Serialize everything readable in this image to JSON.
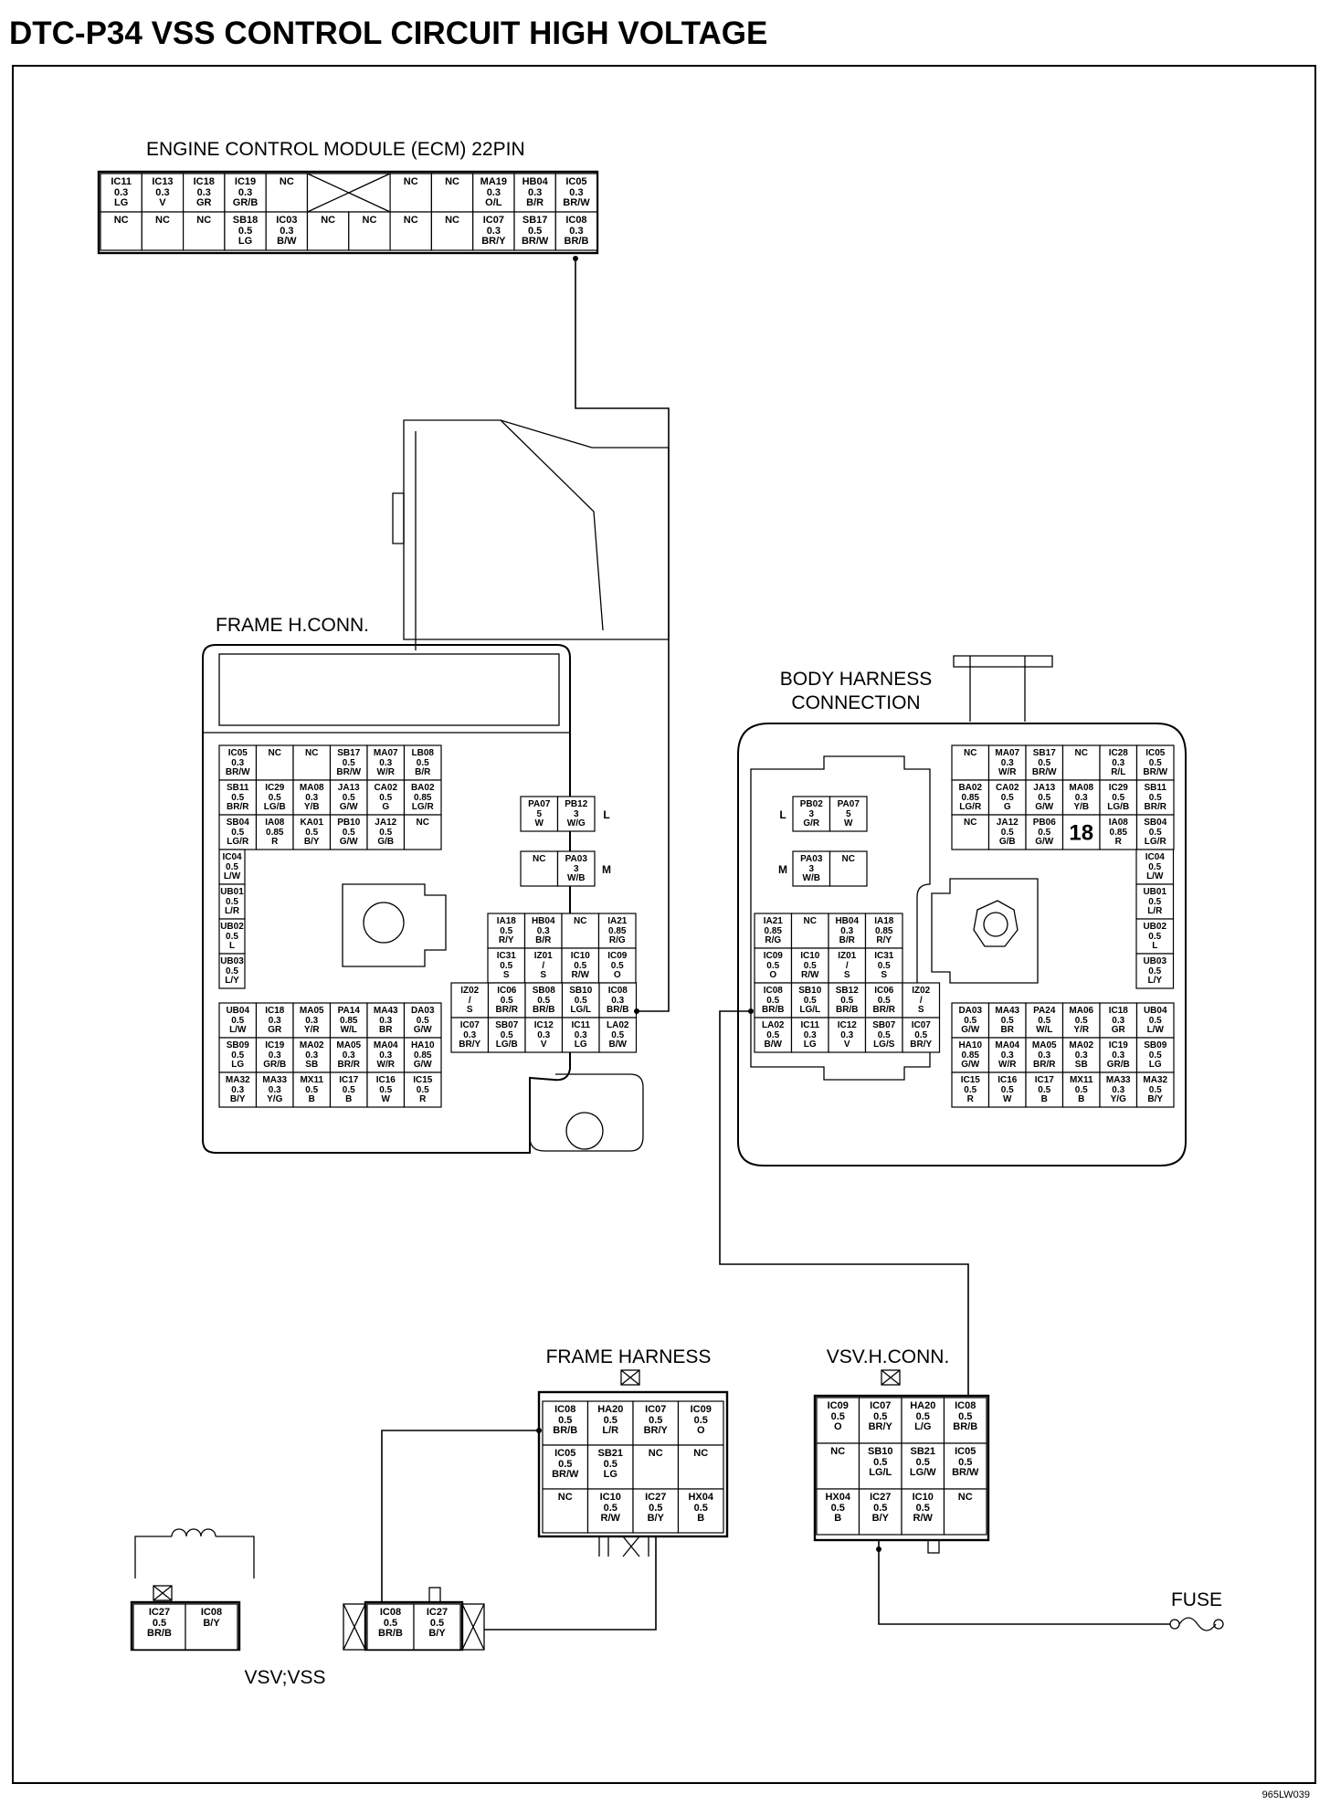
{
  "title": "DTC-P34 VSS CONTROL CIRCUIT HIGH VOLTAGE",
  "figure_code": "965LW039",
  "labels": {
    "ecm": "ENGINE CONTROL MODULE (ECM) 22PIN",
    "frame_hconn": "FRAME H.CONN.",
    "body_harness_1": "BODY HARNESS",
    "body_harness_2": "CONNECTION",
    "frame_harness": "FRAME HARNESS",
    "vsv_hconn": "VSV.H.CONN.",
    "fuse": "FUSE",
    "vsv_vss": "VSV;VSS"
  },
  "ecm_rows": [
    [
      {
        "pin": "IC11",
        "wire": "0.3 LG"
      },
      {
        "pin": "IC13",
        "wire": "0.3 V"
      },
      {
        "pin": "IC18",
        "wire": "0.3 GR"
      },
      {
        "pin": "IC19",
        "wire": "0.3 GR/B"
      },
      {
        "pin": "NC",
        "wire": ""
      },
      {
        "pin": "",
        "wire": "",
        "cross": true,
        "span": 2
      },
      {
        "pin": "NC",
        "wire": ""
      },
      {
        "pin": "NC",
        "wire": ""
      },
      {
        "pin": "MA19",
        "wire": "0.3 O/L"
      },
      {
        "pin": "HB04",
        "wire": "0.3 B/R"
      },
      {
        "pin": "IC05",
        "wire": "0.3 BR/W"
      }
    ],
    [
      {
        "pin": "NC",
        "wire": ""
      },
      {
        "pin": "NC",
        "wire": ""
      },
      {
        "pin": "NC",
        "wire": ""
      },
      {
        "pin": "SB18",
        "wire": "0.5 LG"
      },
      {
        "pin": "IC03",
        "wire": "0.3 B/W"
      },
      {
        "pin": "NC",
        "wire": ""
      },
      {
        "pin": "NC",
        "wire": ""
      },
      {
        "pin": "NC",
        "wire": ""
      },
      {
        "pin": "NC",
        "wire": ""
      },
      {
        "pin": "IC07",
        "wire": "0.3 BR/Y"
      },
      {
        "pin": "SB17",
        "wire": "0.5 BR/W"
      },
      {
        "pin": "IC08",
        "wire": "0.3 BR/B"
      }
    ]
  ],
  "frame_hconn": {
    "main_rows": [
      [
        {
          "pin": "IC05",
          "wire": "0.3 BR/W"
        },
        {
          "pin": "NC",
          "wire": ""
        },
        {
          "pin": "NC",
          "wire": ""
        },
        {
          "pin": "SB17",
          "wire": "0.5 BR/W"
        },
        {
          "pin": "MA07",
          "wire": "0.3 W/R"
        },
        {
          "pin": "LB08",
          "wire": "0.5 B/R"
        }
      ],
      [
        {
          "pin": "SB11",
          "wire": "0.5 BR/R"
        },
        {
          "pin": "IC29",
          "wire": "0.5 LG/B"
        },
        {
          "pin": "MA08",
          "wire": "0.3 Y/B"
        },
        {
          "pin": "JA13",
          "wire": "0.5 G/W"
        },
        {
          "pin": "CA02",
          "wire": "0.5 G"
        },
        {
          "pin": "BA02",
          "wire": "0.85 LG/R"
        }
      ],
      [
        {
          "pin": "SB04",
          "wire": "0.5 LG/R"
        },
        {
          "pin": "IA08",
          "wire": "0.85 R"
        },
        {
          "pin": "KA01",
          "wire": "0.5 B/Y"
        },
        {
          "pin": "PB10",
          "wire": "0.5 G/W"
        },
        {
          "pin": "JA12",
          "wire": "0.5 G/B"
        },
        {
          "pin": "NC",
          "wire": ""
        }
      ]
    ],
    "left_column": [
      {
        "pin": "IC04",
        "wire": "0.5 L/W"
      },
      {
        "pin": "UB01",
        "wire": "0.5 L/R"
      },
      {
        "pin": "UB02",
        "wire": "0.5 L"
      },
      {
        "pin": "UB03",
        "wire": "0.5 L/Y"
      }
    ],
    "bottom_rows": [
      [
        {
          "pin": "UB04",
          "wire": "0.5 L/W"
        },
        {
          "pin": "IC18",
          "wire": "0.3 GR"
        },
        {
          "pin": "MA05",
          "wire": "0.3 Y/R"
        },
        {
          "pin": "PA14",
          "wire": "0.85 W/L"
        },
        {
          "pin": "MA43",
          "wire": "0.3 BR"
        },
        {
          "pin": "DA03",
          "wire": "0.5 G/W"
        }
      ],
      [
        {
          "pin": "SB09",
          "wire": "0.5 LG"
        },
        {
          "pin": "IC19",
          "wire": "0.3 GR/B"
        },
        {
          "pin": "MA02",
          "wire": "0.3 SB"
        },
        {
          "pin": "MA05",
          "wire": "0.3 BR/R"
        },
        {
          "pin": "MA04",
          "wire": "0.3 W/R"
        },
        {
          "pin": "HA10",
          "wire": "0.85 G/W"
        }
      ],
      [
        {
          "pin": "MA32",
          "wire": "0.3 B/Y"
        },
        {
          "pin": "MA33",
          "wire": "0.3 Y/G"
        },
        {
          "pin": "MX11",
          "wire": "0.5 B"
        },
        {
          "pin": "IC17",
          "wire": "0.5 B"
        },
        {
          "pin": "IC16",
          "wire": "0.5 W"
        },
        {
          "pin": "IC15",
          "wire": "0.5 R"
        }
      ]
    ],
    "right_block": [
      [
        {
          "pin": "IA18",
          "wire": "0.5 R/Y"
        },
        {
          "pin": "HB04",
          "wire": "0.3 B/R"
        },
        {
          "pin": "NC",
          "wire": ""
        },
        {
          "pin": "IA21",
          "wire": "0.85 R/G"
        }
      ],
      [
        {
          "pin": "IC31",
          "wire": "0.5 S"
        },
        {
          "pin": "IZ01",
          "wire": "/ S"
        },
        {
          "pin": "IC10",
          "wire": "0.5 R/W"
        },
        {
          "pin": "IC09",
          "wire": "0.5 O"
        }
      ],
      [
        {
          "pin": "IZ02",
          "wire": "/ S"
        },
        {
          "pin": "IC06",
          "wire": "0.5 BR/R"
        },
        {
          "pin": "SB08",
          "wire": "0.5 BR/B"
        },
        {
          "pin": "SB10",
          "wire": "0.5 LG/L"
        },
        {
          "pin": "IC08",
          "wire": "0.3 BR/B"
        }
      ],
      [
        {
          "pin": "IC07",
          "wire": "0.3 BR/Y"
        },
        {
          "pin": "SB07",
          "wire": "0.5 LG/B"
        },
        {
          "pin": "IC12",
          "wire": "0.3 V"
        },
        {
          "pin": "IC11",
          "wire": "0.3 LG"
        },
        {
          "pin": "LA02",
          "wire": "0.5 B/W"
        }
      ]
    ],
    "small_l": {
      "letter": "L",
      "cells": [
        {
          "pin": "PA07",
          "wire": "5 W"
        },
        {
          "pin": "PB12",
          "wire": "3 W/G"
        }
      ]
    },
    "small_m": {
      "letter": "M",
      "cells": [
        {
          "pin": "NC",
          "wire": ""
        },
        {
          "pin": "PA03",
          "wire": "3 W/B"
        }
      ]
    }
  },
  "body_hconn": {
    "top_rows": [
      [
        {
          "pin": "NC",
          "wire": ""
        },
        {
          "pin": "MA07",
          "wire": "0.3 W/R"
        },
        {
          "pin": "SB17",
          "wire": "0.5 BR/W"
        },
        {
          "pin": "NC",
          "wire": ""
        },
        {
          "pin": "IC28",
          "wire": "0.3 R/L"
        },
        {
          "pin": "IC05",
          "wire": "0.5 BR/W"
        }
      ],
      [
        {
          "pin": "BA02",
          "wire": "0.85 LG/R"
        },
        {
          "pin": "CA02",
          "wire": "0.5 G"
        },
        {
          "pin": "JA13",
          "wire": "0.5 G/W"
        },
        {
          "pin": "MA08",
          "wire": "0.3 Y/B"
        },
        {
          "pin": "IC29",
          "wire": "0.5 LG/B"
        },
        {
          "pin": "SB11",
          "wire": "0.5 BR/R"
        }
      ],
      [
        {
          "pin": "NC",
          "wire": ""
        },
        {
          "pin": "JA12",
          "wire": "0.5 G/B"
        },
        {
          "pin": "PB06",
          "wire": "0.5 G/W"
        },
        {
          "pin": "",
          "wire": "18",
          "big": true
        },
        {
          "pin": "IA08",
          "wire": "0.85 R"
        },
        {
          "pin": "SB04",
          "wire": "0.5 LG/R"
        }
      ]
    ],
    "right_column": [
      {
        "pin": "IC04",
        "wire": "0.5 L/W"
      },
      {
        "pin": "UB01",
        "wire": "0.5 L/R"
      },
      {
        "pin": "UB02",
        "wire": "0.5 L"
      },
      {
        "pin": "UB03",
        "wire": "0.5 L/Y"
      }
    ],
    "bottom_rows": [
      [
        {
          "pin": "DA03",
          "wire": "0.5 G/W"
        },
        {
          "pin": "MA43",
          "wire": "0.5 BR"
        },
        {
          "pin": "PA24",
          "wire": "0.5 W/L"
        },
        {
          "pin": "MA06",
          "wire": "0.5 Y/R"
        },
        {
          "pin": "IC18",
          "wire": "0.3 GR"
        },
        {
          "pin": "UB04",
          "wire": "0.5 L/W"
        }
      ],
      [
        {
          "pin": "HA10",
          "wire": "0.85 G/W"
        },
        {
          "pin": "MA04",
          "wire": "0.3 W/R"
        },
        {
          "pin": "MA05",
          "wire": "0.3 BR/R"
        },
        {
          "pin": "MA02",
          "wire": "0.3 SB"
        },
        {
          "pin": "IC19",
          "wire": "0.3 GR/B"
        },
        {
          "pin": "SB09",
          "wire": "0.5 LG"
        }
      ],
      [
        {
          "pin": "IC15",
          "wire": "0.5 R"
        },
        {
          "pin": "IC16",
          "wire": "0.5 W"
        },
        {
          "pin": "IC17",
          "wire": "0.5 B"
        },
        {
          "pin": "MX11",
          "wire": "0.5 B"
        },
        {
          "pin": "MA33",
          "wire": "0.3 Y/G"
        },
        {
          "pin": "MA32",
          "wire": "0.5 B/Y"
        }
      ]
    ],
    "left_block": [
      [
        {
          "pin": "IA21",
          "wire": "0.85 R/G"
        },
        {
          "pin": "NC",
          "wire": ""
        },
        {
          "pin": "HB04",
          "wire": "0.3 B/R"
        },
        {
          "pin": "IA18",
          "wire": "0.85 R/Y"
        }
      ],
      [
        {
          "pin": "IC09",
          "wire": "0.5 O"
        },
        {
          "pin": "IC10",
          "wire": "0.5 R/W"
        },
        {
          "pin": "IZ01",
          "wire": "/ S"
        },
        {
          "pin": "IC31",
          "wire": "0.5 S"
        }
      ],
      [
        {
          "pin": "IC08",
          "wire": "0.5 BR/B"
        },
        {
          "pin": "SB10",
          "wire": "0.5 LG/L"
        },
        {
          "pin": "SB12",
          "wire": "0.5 BR/B"
        },
        {
          "pin": "IC06",
          "wire": "0.5 BR/R"
        },
        {
          "pin": "IZ02",
          "wire": "/ S"
        }
      ],
      [
        {
          "pin": "LA02",
          "wire": "0.5 B/W"
        },
        {
          "pin": "IC11",
          "wire": "0.3 LG"
        },
        {
          "pin": "IC12",
          "wire": "0.3 V"
        },
        {
          "pin": "SB07",
          "wire": "0.5 LG/S"
        },
        {
          "pin": "IC07",
          "wire": "0.5 BR/Y"
        }
      ]
    ],
    "small_l": {
      "letter": "L",
      "cells": [
        {
          "pin": "PB02",
          "wire": "3 G/R"
        },
        {
          "pin": "PA07",
          "wire": "5 W"
        }
      ]
    },
    "small_m": {
      "letter": "M",
      "cells": [
        {
          "pin": "PA03",
          "wire": "3 W/B"
        },
        {
          "pin": "NC",
          "wire": ""
        }
      ]
    }
  },
  "frame_harness_rows": [
    [
      {
        "pin": "IC08",
        "wire": "0.5 BR/B"
      },
      {
        "pin": "HA20",
        "wire": "0.5 L/R"
      },
      {
        "pin": "IC07",
        "wire": "0.5 BR/Y"
      },
      {
        "pin": "IC09",
        "wire": "0.5 O"
      }
    ],
    [
      {
        "pin": "IC05",
        "wire": "0.5 BR/W"
      },
      {
        "pin": "SB21",
        "wire": "0.5 LG"
      },
      {
        "pin": "NC",
        "wire": ""
      },
      {
        "pin": "NC",
        "wire": ""
      }
    ],
    [
      {
        "pin": "NC",
        "wire": ""
      },
      {
        "pin": "IC10",
        "wire": "0.5 R/W"
      },
      {
        "pin": "IC27",
        "wire": "0.5 B/Y"
      },
      {
        "pin": "HX04",
        "wire": "0.5 B"
      }
    ]
  ],
  "vsv_hconn_rows": [
    [
      {
        "pin": "IC09",
        "wire": "0.5 O"
      },
      {
        "pin": "IC07",
        "wire": "0.5 BR/Y"
      },
      {
        "pin": "HA20",
        "wire": "0.5 L/G"
      },
      {
        "pin": "IC08",
        "wire": "0.5 BR/B"
      }
    ],
    [
      {
        "pin": "NC",
        "wire": ""
      },
      {
        "pin": "SB10",
        "wire": "0.5 LG/L"
      },
      {
        "pin": "SB21",
        "wire": "0.5 LG/W"
      },
      {
        "pin": "IC05",
        "wire": "0.5 BR/W"
      }
    ],
    [
      {
        "pin": "HX04",
        "wire": "0.5 B"
      },
      {
        "pin": "IC27",
        "wire": "0.5 B/Y"
      },
      {
        "pin": "IC10",
        "wire": "0.5 R/W"
      },
      {
        "pin": "NC",
        "wire": ""
      }
    ]
  ],
  "vsv_vss_cells": [
    {
      "pin": "IC27",
      "wire": "0.5 BR/B"
    },
    {
      "pin": "IC08",
      "wire": "B/Y"
    }
  ],
  "vsv_plug_cells": [
    {
      "pin": "IC08",
      "wire": "0.5 BR/B"
    },
    {
      "pin": "IC27",
      "wire": "0.5 B/Y"
    }
  ]
}
